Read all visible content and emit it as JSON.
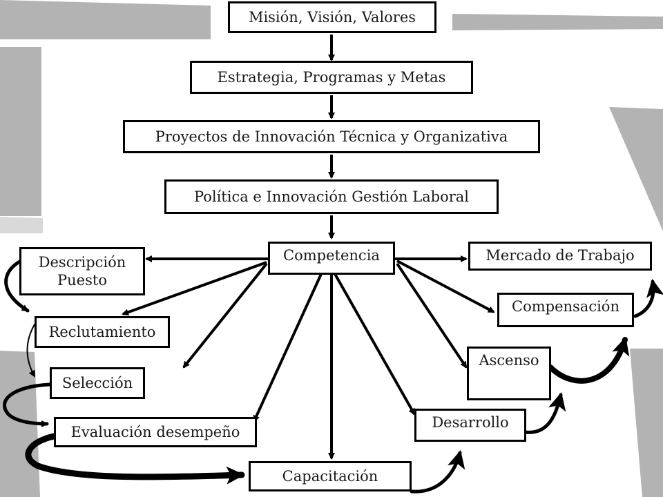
{
  "diagram": {
    "nodes": {
      "mision": "Misión, Visión, Valores",
      "estrategia": "Estrategia, Programas y Metas",
      "proyectos": "Proyectos de Innovación Técnica y Organizativa",
      "politica": "Política e Innovación Gestión Laboral",
      "competencia": "Competencia",
      "mercado": "Mercado de Trabajo",
      "descripcion_l1": "Descripción",
      "descripcion_l2": "Puesto",
      "compensacion": "Compensación",
      "reclutamiento": "Reclutamiento",
      "ascenso": "Ascenso",
      "seleccion": "Selección",
      "desarrollo": "Desarrollo",
      "evaluacion": "Evaluación desempeño",
      "capacitacion": "Capacitación"
    },
    "edges": [
      [
        "mision",
        "estrategia"
      ],
      [
        "estrategia",
        "proyectos"
      ],
      [
        "proyectos",
        "politica"
      ],
      [
        "politica",
        "competencia"
      ],
      [
        "competencia",
        "descripcion"
      ],
      [
        "competencia",
        "reclutamiento"
      ],
      [
        "competencia",
        "seleccion"
      ],
      [
        "competencia",
        "evaluacion"
      ],
      [
        "competencia",
        "capacitacion"
      ],
      [
        "competencia",
        "desarrollo"
      ],
      [
        "competencia",
        "ascenso"
      ],
      [
        "competencia",
        "compensacion"
      ],
      [
        "competencia",
        "mercado"
      ]
    ],
    "flow_sequence": [
      "descripcion",
      "reclutamiento",
      "seleccion",
      "evaluacion",
      "capacitacion",
      "desarrollo",
      "ascenso",
      "compensacion",
      "mercado"
    ],
    "colors": {
      "background_shapes": "#b3b3b3",
      "line": "#000000",
      "box_fill": "#ffffff"
    }
  }
}
